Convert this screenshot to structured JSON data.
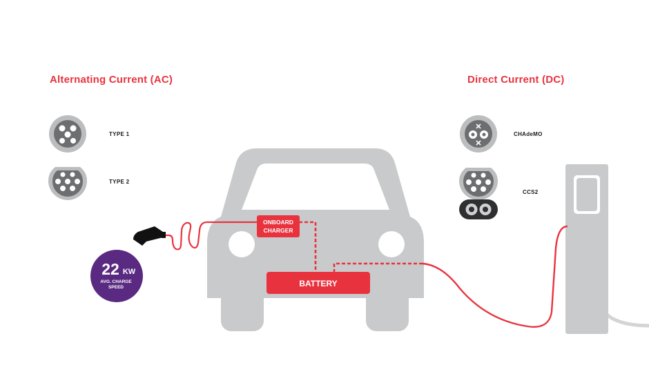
{
  "ac": {
    "heading": "Alternating Current (AC)",
    "connectors": [
      {
        "label": "TYPE 1",
        "icon": "type1-connector-icon"
      },
      {
        "label": "TYPE 2",
        "icon": "type2-connector-icon"
      }
    ]
  },
  "dc": {
    "heading": "Direct Current (DC)",
    "connectors": [
      {
        "label": "CHAdeMO",
        "icon": "chademo-connector-icon"
      },
      {
        "label": "CCS2",
        "icon": "ccs2-connector-icon"
      }
    ]
  },
  "car": {
    "onboard_charger": [
      "ONBOARD",
      "CHARGER"
    ],
    "battery": "BATTERY"
  },
  "speed_badge": {
    "value": "22",
    "unit": "KW",
    "caption": [
      "AVG. CHARGE",
      "SPEED"
    ]
  },
  "colors": {
    "accent": "#e8333f",
    "car": "#c9cacb",
    "badge": "#5a2a82",
    "connector_outer": "#bcbdbe",
    "connector_inner": "#6d6e70"
  }
}
